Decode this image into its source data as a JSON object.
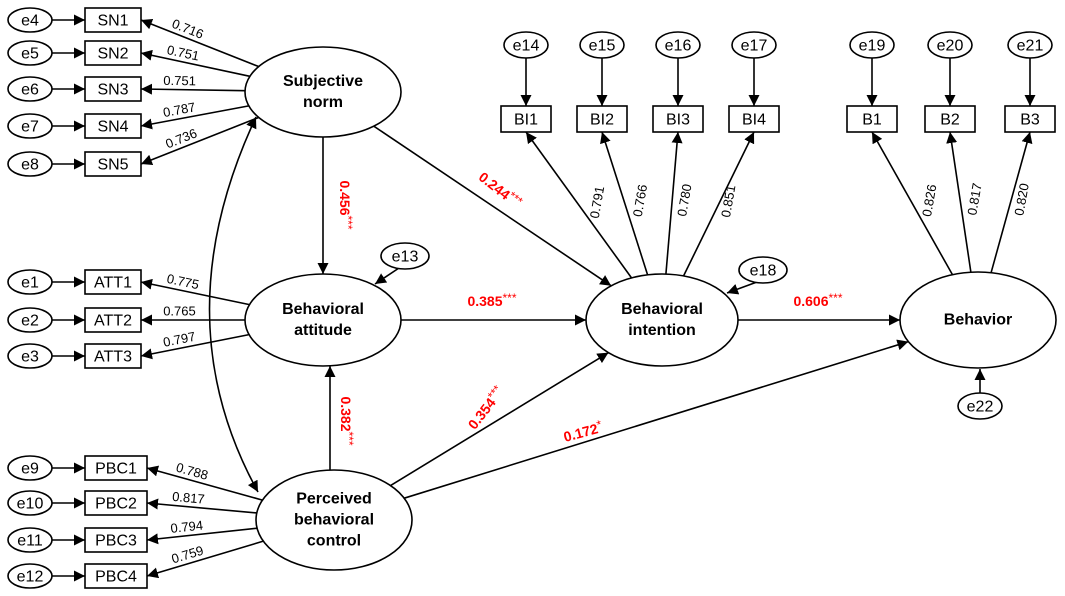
{
  "colors": {
    "line": "#000000",
    "path_label": "#ff0000"
  },
  "constructs": {
    "sn": [
      "Subjective",
      "norm"
    ],
    "att": [
      "Behavioral",
      "attitude"
    ],
    "pbc": [
      "Perceived",
      "behavioral",
      "control"
    ],
    "bi": [
      "Behavioral",
      "intention"
    ],
    "b": [
      "Behavior"
    ]
  },
  "indicators": {
    "sn": [
      {
        "label": "SN1",
        "error": "e4",
        "loading": "0.716"
      },
      {
        "label": "SN2",
        "error": "e5",
        "loading": "0.751"
      },
      {
        "label": "SN3",
        "error": "e6",
        "loading": "0.751"
      },
      {
        "label": "SN4",
        "error": "e7",
        "loading": "0.787"
      },
      {
        "label": "SN5",
        "error": "e8",
        "loading": "0.736"
      }
    ],
    "att": [
      {
        "label": "ATT1",
        "error": "e1",
        "loading": "0.775"
      },
      {
        "label": "ATT2",
        "error": "e2",
        "loading": "0.765"
      },
      {
        "label": "ATT3",
        "error": "e3",
        "loading": "0.797"
      }
    ],
    "pbc": [
      {
        "label": "PBC1",
        "error": "e9",
        "loading": "0.788"
      },
      {
        "label": "PBC2",
        "error": "e10",
        "loading": "0.817"
      },
      {
        "label": "PBC3",
        "error": "e11",
        "loading": "0.794"
      },
      {
        "label": "PBC4",
        "error": "e12",
        "loading": "0.759"
      }
    ],
    "bi": [
      {
        "label": "BI1",
        "error": "e14",
        "loading": "0.791"
      },
      {
        "label": "BI2",
        "error": "e15",
        "loading": "0.766"
      },
      {
        "label": "BI3",
        "error": "e16",
        "loading": "0.780"
      },
      {
        "label": "BI4",
        "error": "e17",
        "loading": "0.851"
      }
    ],
    "b": [
      {
        "label": "B1",
        "error": "e19",
        "loading": "0.826"
      },
      {
        "label": "B2",
        "error": "e20",
        "loading": "0.817"
      },
      {
        "label": "B3",
        "error": "e21",
        "loading": "0.820"
      }
    ]
  },
  "disturbances": {
    "att": "e13",
    "bi": "e18",
    "b": "e22"
  },
  "paths": [
    {
      "id": "sn-att",
      "coef": "0.456",
      "sig": "***"
    },
    {
      "id": "sn-bi",
      "coef": "0.244",
      "sig": "***"
    },
    {
      "id": "att-bi",
      "coef": "0.385",
      "sig": "***"
    },
    {
      "id": "pbc-att",
      "coef": "0.382",
      "sig": "***"
    },
    {
      "id": "pbc-bi",
      "coef": "0.354",
      "sig": "***"
    },
    {
      "id": "pbc-b",
      "coef": "0.172",
      "sig": "*"
    },
    {
      "id": "bi-b",
      "coef": "0.606",
      "sig": "***"
    }
  ]
}
